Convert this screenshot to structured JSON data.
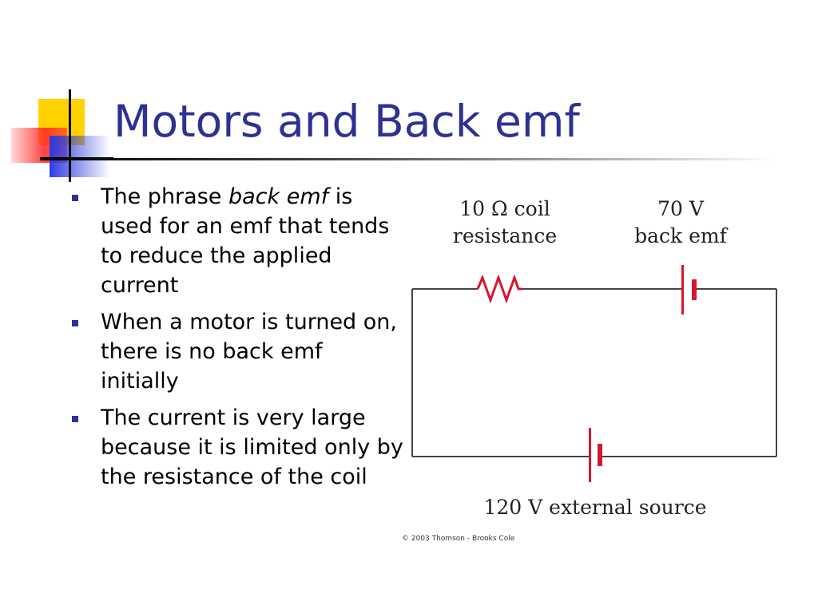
{
  "slide": {
    "title": "Motors and Back emf"
  },
  "bullets": [
    {
      "before": "The phrase ",
      "emphasis": "back emf",
      "after": " is used for an emf that tends to reduce the applied current"
    },
    {
      "text": "When a motor is turned on, there is no back emf initially"
    },
    {
      "text": "The current is very large because it is limited only by the resistance of the coil"
    }
  ],
  "diagram": {
    "resistor_label_line1": "10 Ω coil",
    "resistor_label_line2": "resistance",
    "back_emf_label_line1": "70 V",
    "back_emf_label_line2": "back emf",
    "source_label": "120 V external source",
    "credit": "© 2003 Thomson - Brooks Cole"
  },
  "colors": {
    "title": "#2e3192",
    "bullet": "#2e3192",
    "component": "#d7152f",
    "wire": "#444444"
  }
}
